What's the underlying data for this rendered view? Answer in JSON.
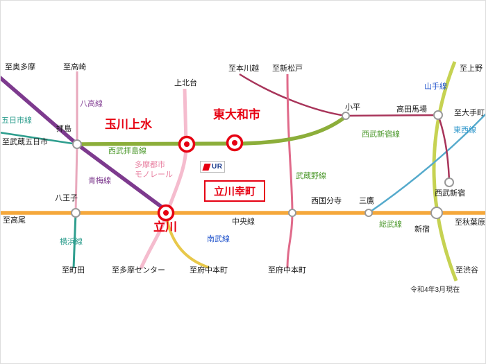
{
  "accent": "#e60012",
  "note": "令和4年3月現在",
  "property": {
    "name": "立川幸町",
    "logo": "UR"
  },
  "stations": {
    "haijima": "拝島",
    "kamikitadai": "上北台",
    "kodaira": "小平",
    "takadanobaba": "高田馬場",
    "seibu_shinjuku": "西武新宿",
    "hachioji": "八王子",
    "nishi_kokubunji": "西国分寺",
    "mitaka": "三鷹",
    "shinjuku": "新宿",
    "tamagawa_josui": "玉川上水",
    "higashi_yamato_shi": "東大和市",
    "tachikawa": "立川"
  },
  "edges": {
    "okutama": "至奥多摩",
    "takasaki": "至高崎",
    "hon_kawagoe": "至本川越",
    "shin_matsudo": "至新松戸",
    "ueno": "至上野",
    "musashi_itsukaichi": "至武蔵五日市",
    "takao": "至高尾",
    "machida": "至町田",
    "tama_center": "至多摩センター",
    "fuchu_hommachi_1": "至府中本町",
    "fuchu_hommachi_2": "至府中本町",
    "shibuya": "至渋谷",
    "otemachi": "至大手町",
    "akihabara": "至秋葉原"
  },
  "lines": {
    "ome": {
      "name": "青梅線",
      "color": "#7d3a8e",
      "label_color": "#7d3a8e"
    },
    "hachiko": {
      "name": "八高線",
      "color": "#e8a8bc",
      "label_color": "#8b4b9b"
    },
    "itsukaichi": {
      "name": "五日市線",
      "color": "#2e9e8e",
      "label_color": "#2e9e8e"
    },
    "seibu_haijima": {
      "name": "西武拝島線",
      "color": "#8cae3a",
      "label_color": "#4e9a2e"
    },
    "seibu_shinjuku": {
      "name": "西武新宿線",
      "color": "#a8345a",
      "label_color": "#4e9a2e"
    },
    "monorail": {
      "name_1": "多摩都市",
      "name_2": "モノレール",
      "color": "#f5bcce",
      "label_color": "#e87fa0"
    },
    "chuo": {
      "name": "中央線",
      "color": "#f5a83c",
      "label_color": "#333333"
    },
    "musashino": {
      "name": "武蔵野線",
      "color": "#e06a8a",
      "label_color": "#4e9a2e"
    },
    "nambu": {
      "name": "南武線",
      "color": "#e8c84a",
      "label_color": "#2255cc"
    },
    "yokohama": {
      "name": "横浜線",
      "color": "#2e9e8e",
      "label_color": "#2e9e8e"
    },
    "yamanote": {
      "name": "山手線",
      "color": "#c6d252",
      "label_color": "#2255cc"
    },
    "tozai": {
      "name": "東西線",
      "color": "#55aacc",
      "label_color": "#3399cc"
    },
    "sobu": {
      "name": "総武線",
      "label_color": "#4e9a2e"
    }
  }
}
